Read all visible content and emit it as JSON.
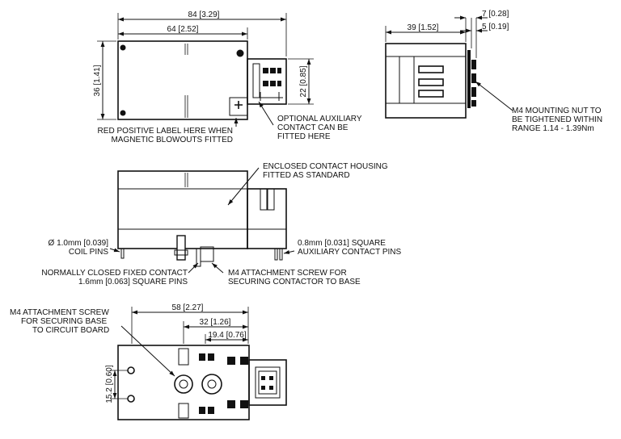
{
  "dimensions": {
    "top_overall_width": "84 [3.29]",
    "top_body_width": "64 [2.52]",
    "top_height": "36 [1.41]",
    "top_aux_height": "22 [0.85]",
    "side_depth": "39 [1.52]",
    "side_nut_7": "7 [0.28]",
    "side_nut_5": "5 [0.19]",
    "base_width": "58 [2.27]",
    "base_32": "32 [1.26]",
    "base_19": "19.4 [0.76]",
    "base_pin_spacing": "15.2 [0.60]"
  },
  "notes": {
    "red_label_1": "RED POSITIVE LABEL HERE WHEN",
    "red_label_2": "MAGNETIC BLOWOUTS FITTED",
    "aux_1": "OPTIONAL AUXILIARY",
    "aux_2": "CONTACT CAN BE",
    "aux_3": "FITTED HERE",
    "nut_1": "M4 MOUNTING NUT TO",
    "nut_2": "BE TIGHTENED WITHIN",
    "nut_3": "RANGE 1.14 - 1.39Nm",
    "housing_1": "ENCLOSED CONTACT HOUSING",
    "housing_2": "FITTED AS STANDARD",
    "coil_1": "Ø 1.0mm [0.039]",
    "coil_2": "COIL PINS",
    "auxpins_1": "0.8mm [0.031] SQUARE",
    "auxpins_2": "AUXILIARY CONTACT PINS",
    "nc_1": "NORMALLY CLOSED FIXED CONTACT",
    "nc_2": "1.6mm [0.063] SQUARE PINS",
    "screw_base_1": "M4 ATTACHMENT SCREW FOR",
    "screw_base_2": "SECURING CONTACTOR TO BASE",
    "screw_board_1": "M4 ATTACHMENT SCREW",
    "screw_board_2": "FOR SECURING BASE",
    "screw_board_3": "TO CIRCUIT BOARD"
  }
}
